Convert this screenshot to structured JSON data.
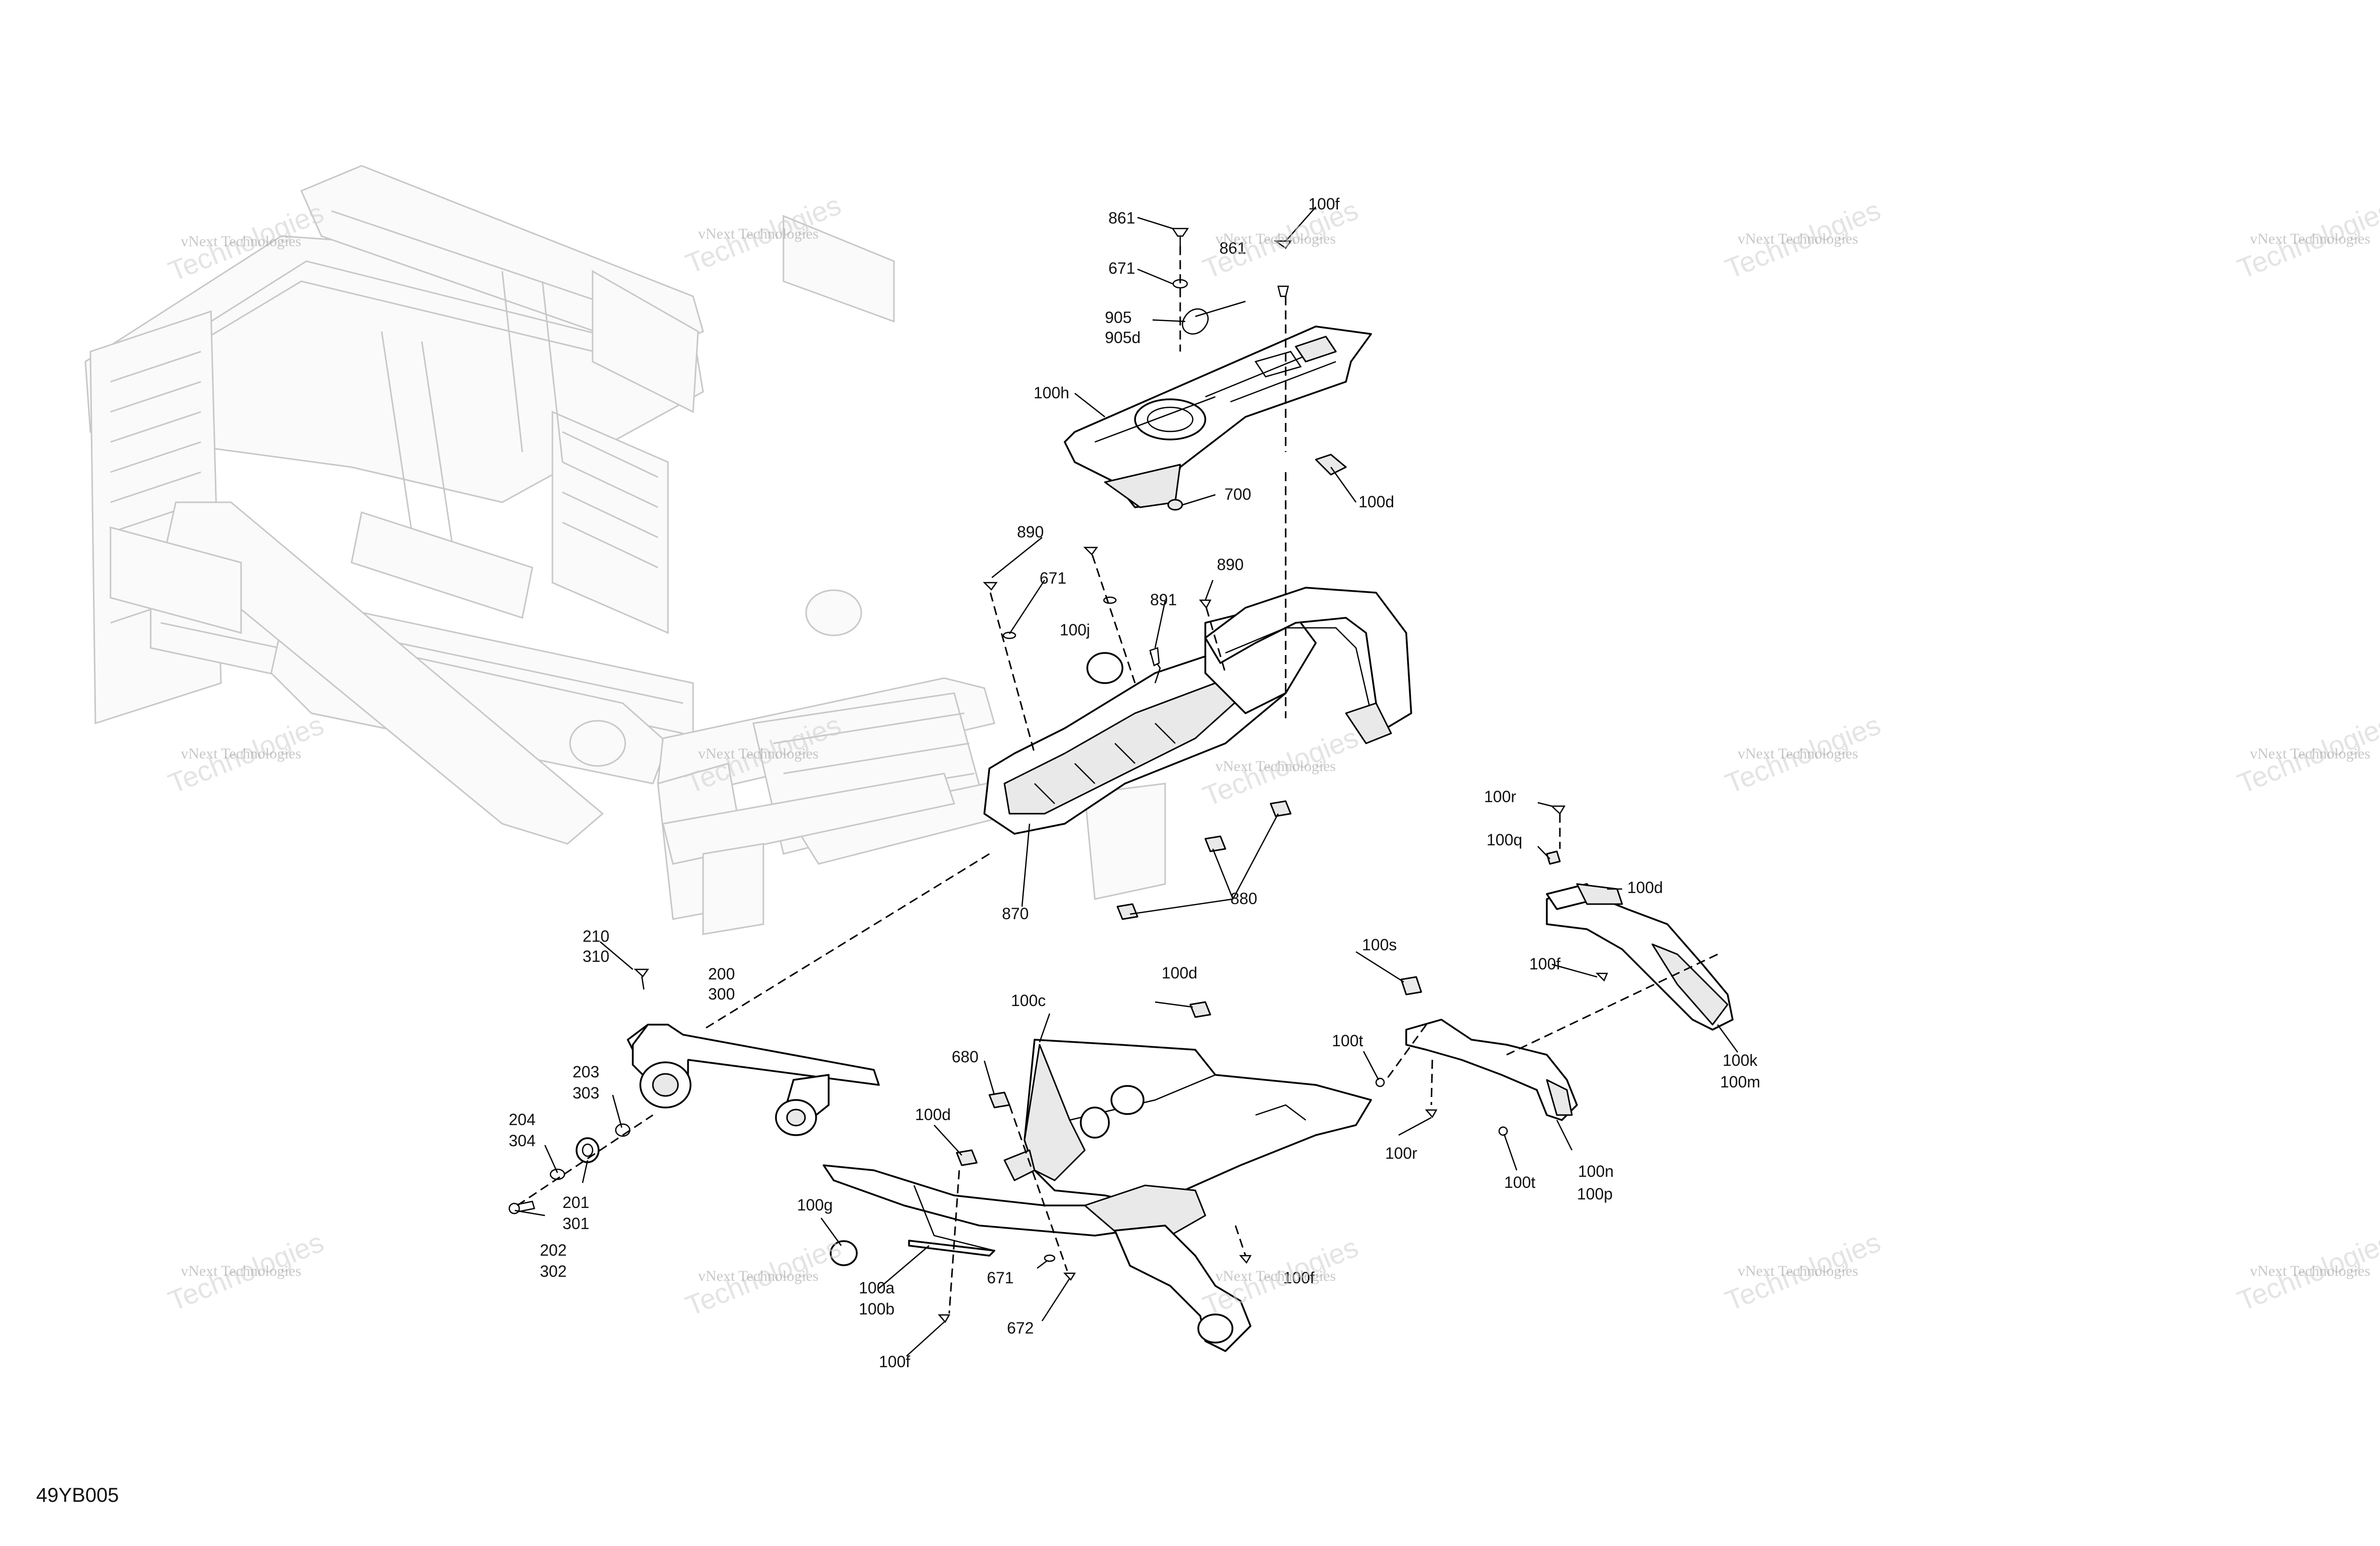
{
  "diagram": {
    "code": "49YB005",
    "watermark": "vNext Technologies",
    "watermark_large": "Technologies",
    "labels": {
      "l861a": "861",
      "l861b": "861",
      "l100f_top": "100f",
      "l671_top": "671",
      "l905": "905",
      "l905d": "905d",
      "l100h": "100h",
      "l700": "700",
      "l100d_top": "100d",
      "l890a": "890",
      "l671_mid": "671",
      "l891": "891",
      "l890b": "890",
      "l100j": "100j",
      "l870": "870",
      "l880": "880",
      "l100r_top": "100r",
      "l100q": "100q",
      "l100d_right": "100d",
      "l100f_right": "100f",
      "l100k": "100k",
      "l100m": "100m",
      "l210": "210",
      "l310": "310",
      "l200": "200",
      "l300": "300",
      "l203": "203",
      "l303": "303",
      "l204": "204",
      "l304": "304",
      "l201": "201",
      "l301": "301",
      "l202": "202",
      "l302": "302",
      "l100c": "100c",
      "l100d_c": "100d",
      "l680": "680",
      "l100d_left": "100d",
      "l100s": "100s",
      "l100t_a": "100t",
      "l100r_b": "100r",
      "l100t_b": "100t",
      "l100n": "100n",
      "l100p": "100p",
      "l100g": "100g",
      "l671_bot": "671",
      "l672": "672",
      "l100a": "100a",
      "l100b": "100b",
      "l100f_bot": "100f",
      "l100f_c": "100f"
    }
  }
}
